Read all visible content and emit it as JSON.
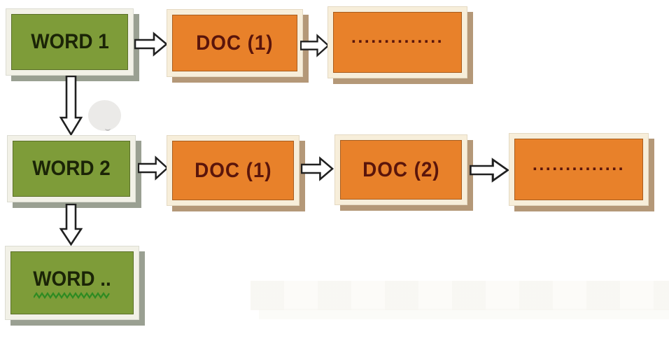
{
  "colors": {
    "green_fill": "#7e9c39",
    "green_border": "#f2f1e7",
    "green_shadow": "#9aa092",
    "orange_fill": "#e8812a",
    "orange_border": "#f7eeda",
    "orange_shadow": "#b49878",
    "word_text": "#1b2407",
    "doc_text": "#5a150b",
    "arrow_outline": "#202020",
    "arrow_fill": "#ffffff",
    "squiggle": "#2e8b22"
  },
  "nodes": {
    "word1": {
      "label": "WORD 1"
    },
    "row1_doc1": {
      "label": "DOC (1)"
    },
    "row1_ellipsis": {
      "label": ".............."
    },
    "word2": {
      "label": "WORD 2"
    },
    "row2_doc1": {
      "label": "DOC (1)"
    },
    "row2_doc2": {
      "label": "DOC (2)"
    },
    "row2_ellipsis": {
      "label": ".............."
    },
    "word_more": {
      "label": "WORD .."
    }
  },
  "arrows": [
    {
      "from": "word1",
      "to": "row1_doc1",
      "direction": "right"
    },
    {
      "from": "row1_doc1",
      "to": "row1_ellipsis",
      "direction": "right"
    },
    {
      "from": "word1",
      "to": "word2",
      "direction": "down"
    },
    {
      "from": "word2",
      "to": "row2_doc1",
      "direction": "right"
    },
    {
      "from": "row2_doc1",
      "to": "row2_doc2",
      "direction": "right"
    },
    {
      "from": "row2_doc2",
      "to": "row2_ellipsis",
      "direction": "right"
    },
    {
      "from": "word2",
      "to": "word_more",
      "direction": "down"
    }
  ]
}
